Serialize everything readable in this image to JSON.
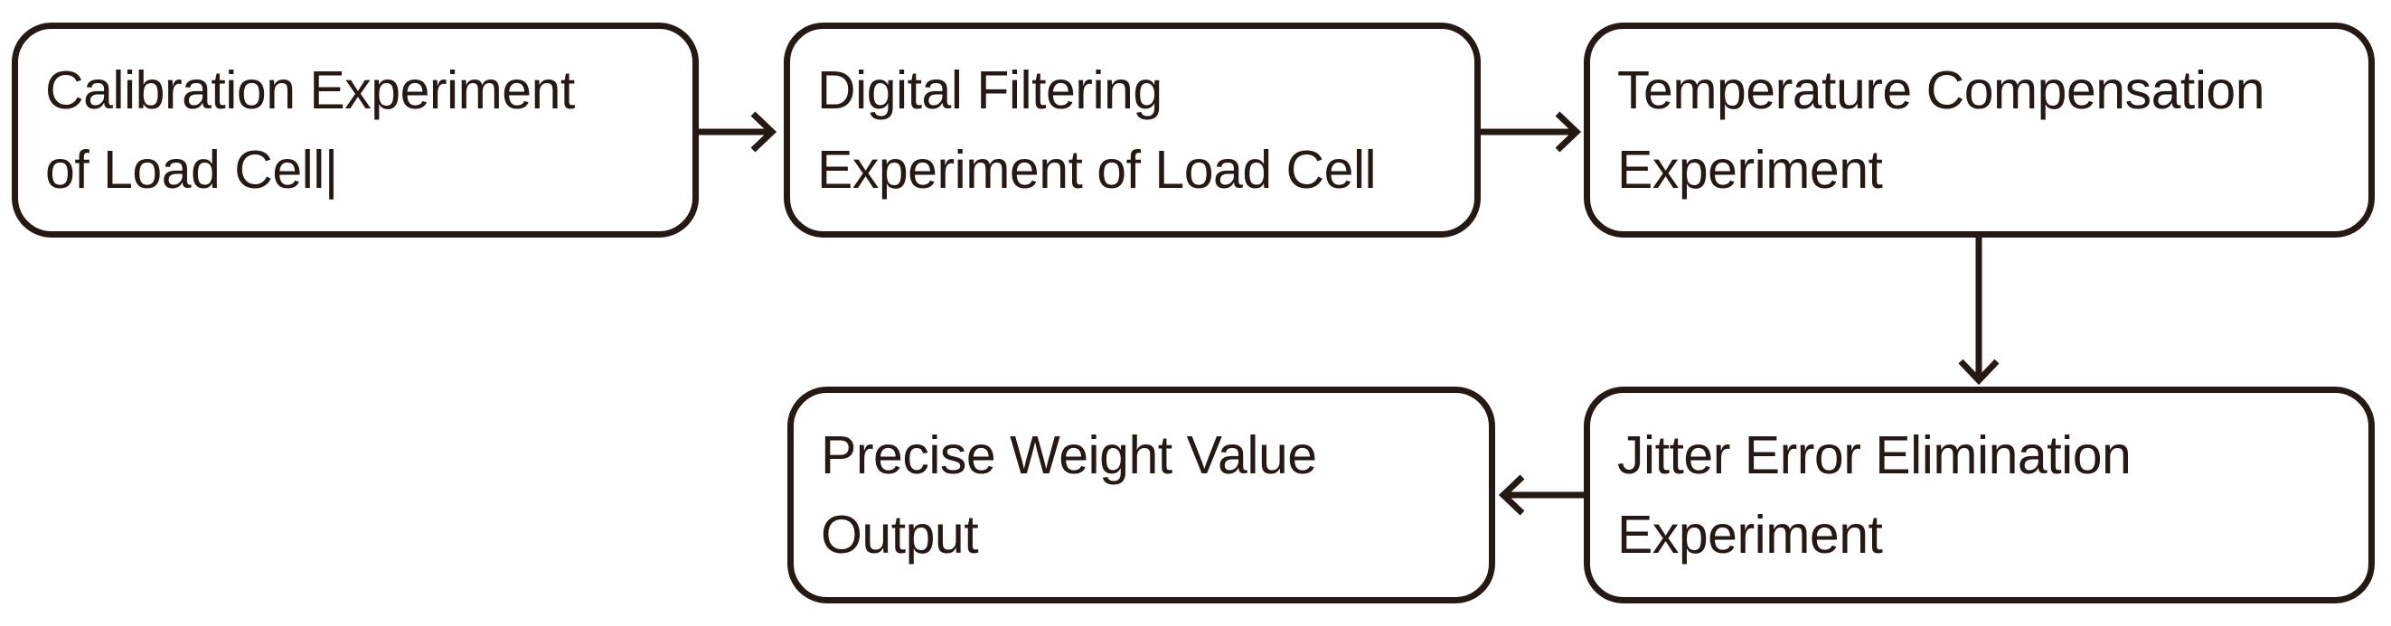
{
  "canvas": {
    "background_color": "#ffffff",
    "ink_color": "#261812"
  },
  "flowchart": {
    "nodes": [
      {
        "id": "calibration",
        "lines": [
          "Calibration Experiment",
          "of Load Cell|"
        ]
      },
      {
        "id": "filtering",
        "lines": [
          "Digital Filtering",
          "Experiment of Load Cell"
        ]
      },
      {
        "id": "temperature",
        "lines": [
          "Temperature Compensation",
          "Experiment"
        ]
      },
      {
        "id": "jitter",
        "lines": [
          "Jitter Error Elimination",
          "Experiment"
        ]
      },
      {
        "id": "output",
        "lines": [
          "Precise Weight Value",
          "Output"
        ]
      }
    ],
    "connectors": [
      {
        "from": "calibration",
        "to": "filtering",
        "direction": "right"
      },
      {
        "from": "filtering",
        "to": "temperature",
        "direction": "right"
      },
      {
        "from": "temperature",
        "to": "jitter",
        "direction": "down"
      },
      {
        "from": "jitter",
        "to": "output",
        "direction": "left"
      }
    ]
  }
}
